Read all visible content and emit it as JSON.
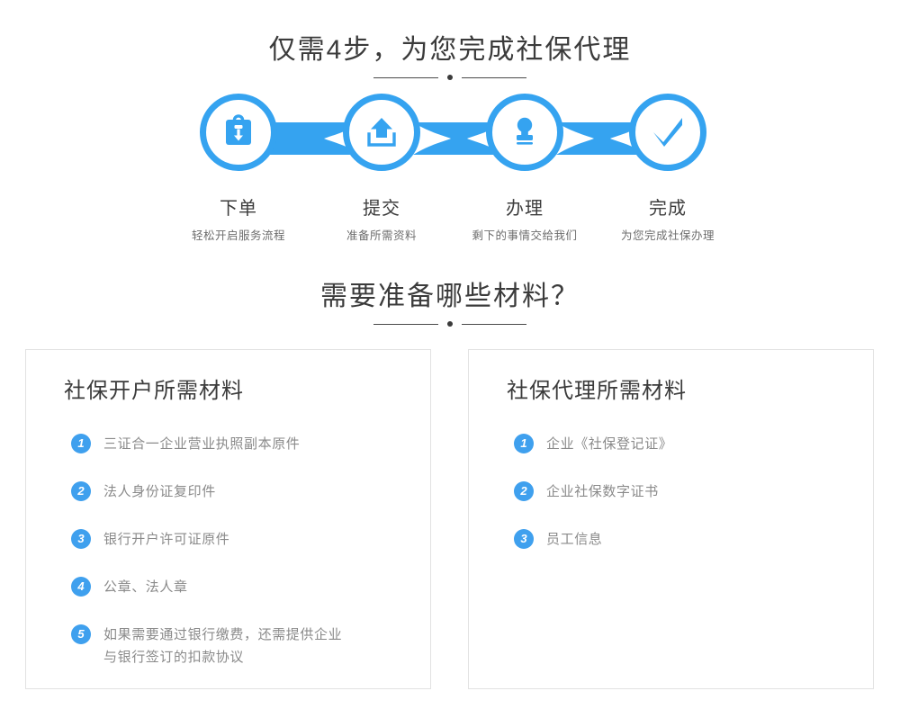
{
  "sections": {
    "steps_heading": "仅需4步，为您完成社保代理",
    "materials_heading": "需要准备哪些材料？"
  },
  "steps": [
    {
      "icon": "clipboard-download-icon",
      "name": "下单",
      "desc": "轻松开启服务流程"
    },
    {
      "icon": "upload-tray-icon",
      "name": "提交",
      "desc": "准备所需资料"
    },
    {
      "icon": "stamp-seal-icon",
      "name": "办理",
      "desc": "剩下的事情交给我们"
    },
    {
      "icon": "check-mark-icon",
      "name": "完成",
      "desc": "为您完成社保办理"
    }
  ],
  "cards": [
    {
      "title": "社保开户所需材料",
      "items": [
        {
          "num": "1",
          "text": "三证合一企业营业执照副本原件",
          "line2": ""
        },
        {
          "num": "2",
          "text": "法人身份证复印件",
          "line2": ""
        },
        {
          "num": "3",
          "text": "银行开户许可证原件",
          "line2": ""
        },
        {
          "num": "4",
          "text": "公章、法人章",
          "line2": ""
        },
        {
          "num": "5",
          "text": "如果需要通过银行缴费，还需提供企业",
          "line2": "与银行签订的扣款协议"
        }
      ]
    },
    {
      "title": "社保代理所需材料",
      "items": [
        {
          "num": "1",
          "text": "企业《社保登记证》",
          "line2": ""
        },
        {
          "num": "2",
          "text": "企业社保数字证书",
          "line2": ""
        },
        {
          "num": "3",
          "text": "员工信息",
          "line2": ""
        }
      ]
    }
  ],
  "colors": {
    "accent": "#35a3f0",
    "badge": "#3fa0ee",
    "heading": "#3b3b3b",
    "body_text": "#8a8a8a",
    "card_border": "#e2e2e2"
  }
}
